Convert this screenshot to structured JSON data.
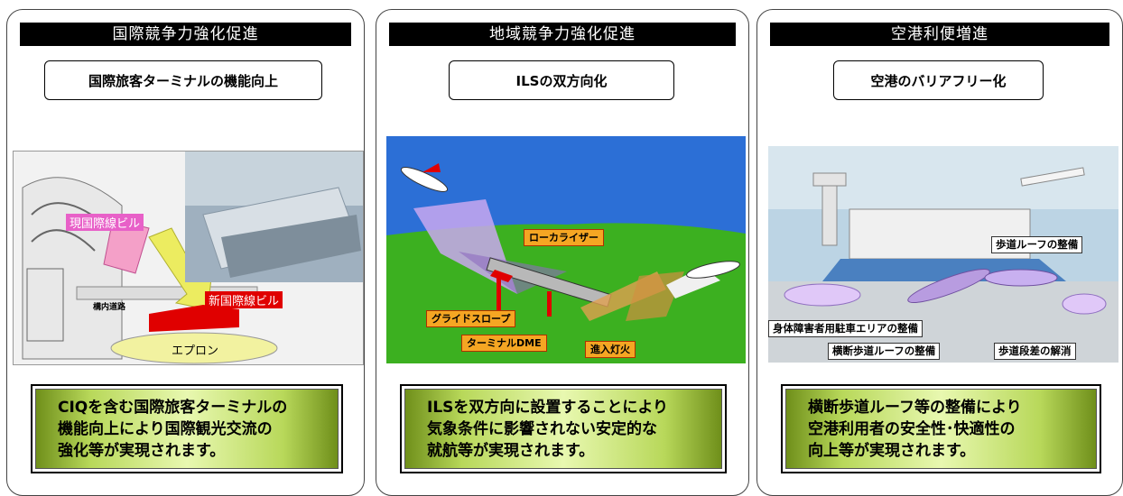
{
  "panels": [
    {
      "header": "国際競争力強化促進",
      "subtitle": "国際旅客ターミナルの機能向上",
      "labels": {
        "current": "現国際線ビル",
        "new": "新国際線ビル",
        "road": "構内道路",
        "apron": "エプロン"
      },
      "summary": [
        "CIQを含む国際旅客ターミナルの",
        "機能向上により国際観光交流の",
        "強化等が実現されます。"
      ]
    },
    {
      "header": "地域競争力強化促進",
      "subtitle": "ILSの双方向化",
      "labels": {
        "localizer": "ローカライザー",
        "glide": "グライドスロープ",
        "dme": "ターミナルDME",
        "approach": "進入灯火"
      },
      "summary": [
        "ILSを双方向に設置することにより",
        "気象条件に影響されない安定的な",
        "就航等が実現されます。"
      ]
    },
    {
      "header": "空港利便増進",
      "subtitle": "空港のバリアフリー化",
      "labels": {
        "roof": "歩道ルーフの整備",
        "parking": "身体障害者用駐車エリアの整備",
        "crossing": "横断歩道ルーフの整備",
        "step": "歩道段差の解消"
      },
      "summary": [
        "横断歩道ルーフ等の整備により",
        "空港利用者の安全性･快適性の",
        "向上等が実現されます。"
      ]
    }
  ]
}
